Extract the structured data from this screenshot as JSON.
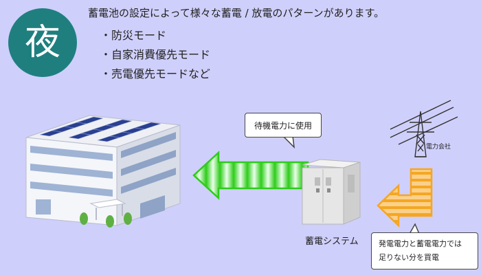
{
  "badge": {
    "text": "夜",
    "color": "#1f7f7f"
  },
  "headline": "蓄電池の設定によって様々な蓄電 / 放電のパターンがあります。",
  "modes": [
    "・防災モード",
    "・自家消費優先モード",
    "・売電優先モードなど"
  ],
  "callouts": {
    "standby": "待機電力に使用",
    "buy_line1": "発電電力と蓄電電力では",
    "buy_line2": "足りない分を買電"
  },
  "labels": {
    "storage_system": "蓄電システム",
    "power_company": "電力会社"
  },
  "colors": {
    "background": "#cfcffb",
    "discharge_arrow": "#2ecc1a",
    "purchase_arrow": "#f5a623"
  }
}
